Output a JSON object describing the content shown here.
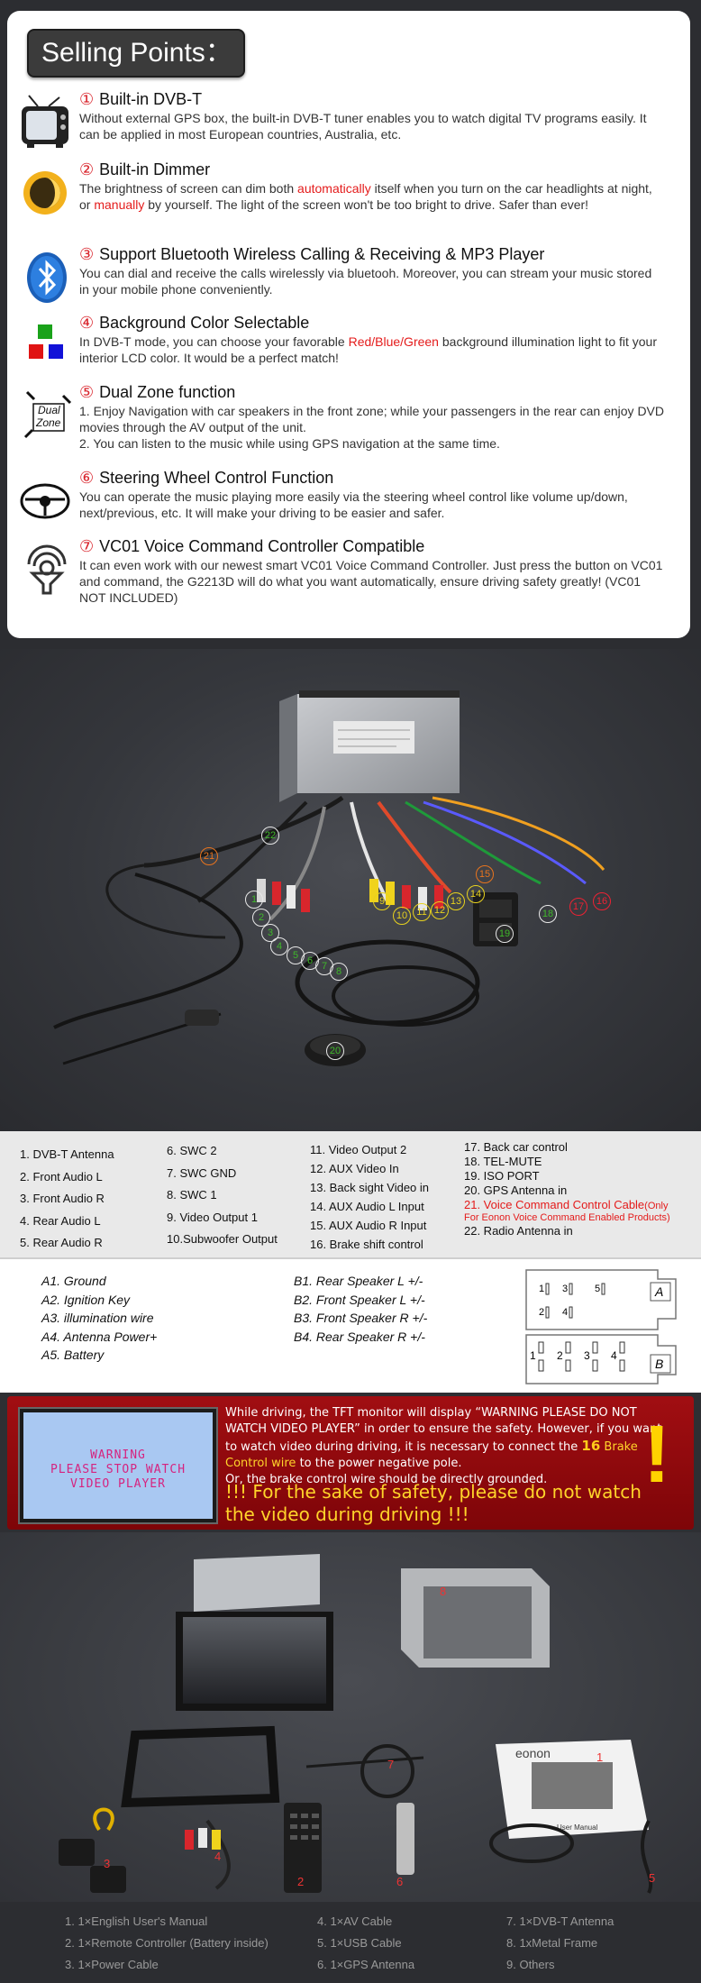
{
  "selling": {
    "title": "Selling Points：",
    "points": [
      {
        "num": "①",
        "title": "Built-in DVB-T",
        "body": "Without external GPS box, the built-in DVB-T tuner enables you to watch digital TV programs easily. It can be applied in most European countries, Australia, etc.",
        "icon": "tv-icon"
      },
      {
        "num": "②",
        "title": "Built-in Dimmer",
        "body_parts": [
          "The brightness of screen can dim both ",
          "automatically",
          " itself when you turn on the car headlights at night, or ",
          "manually",
          " by yourself. The light of the screen won't be too bright to drive. Safer than ever!"
        ],
        "icon": "dimmer-moon-icon"
      },
      {
        "num": "③",
        "title": "Support Bluetooth Wireless Calling & Receiving & MP3 Player",
        "body": "You can dial and receive the calls wirelessly via bluetooh. Moreover, you can stream your music stored in your mobile phone conveniently.",
        "icon": "bluetooth-icon"
      },
      {
        "num": "④",
        "title": "Background Color Selectable",
        "body_parts": [
          " In DVB-T mode, you can choose your favorable ",
          "Red/Blue/Green",
          " background  illumination light to fit your interior LCD color. It would be a perfect match!"
        ],
        "icon": "rgb-squares-icon"
      },
      {
        "num": "⑤",
        "title": "Dual Zone function",
        "body": "1. Enjoy Navigation with car speakers in the front zone; while your passengers in the rear can enjoy DVD movies through the AV output of the unit.",
        "body2": "2. You can listen to the music while using GPS navigation at the same time.",
        "icon": "dual-zone-icon",
        "icon_label_1": "Dual",
        "icon_label_2": "Zone"
      },
      {
        "num": "⑥",
        "title": "Steering Wheel Control Function",
        "body": "You can operate the music playing more easily via the steering wheel control like volume up/down, next/previous, etc. It will make your driving to be easier and safer.",
        "icon": "steering-wheel-icon"
      },
      {
        "num": "⑦",
        "title": "VC01 Voice Command Controller Compatible",
        "body": "It can even work with our newest smart VC01 Voice Command Controller. Just press the button on VC01 and command, the G2213D will do what you want automatically, ensure driving safety greatly! (VC01 NOT INCLUDED)",
        "icon": "voice-command-icon"
      }
    ]
  },
  "photo1": {
    "callouts": [
      "21",
      "22",
      "1",
      "2",
      "3",
      "4",
      "5",
      "6",
      "7",
      "8",
      "9",
      "10",
      "11",
      "12",
      "13",
      "14",
      "15",
      "16",
      "17",
      "18",
      "19",
      "20"
    ]
  },
  "pins": {
    "col1": [
      "1. DVB-T Antenna",
      "2. Front Audio L",
      "3. Front Audio R",
      "4. Rear Audio L",
      "5. Rear Audio R"
    ],
    "col2": [
      "6. SWC 2",
      "7. SWC GND",
      "8. SWC 1",
      "9. Video Output 1",
      "10.Subwoofer Output"
    ],
    "col3": [
      "11. Video Output  2",
      "12. AUX Video In",
      "13. Back sight Video in",
      "14. AUX Audio L Input",
      "15. AUX Audio R Input",
      "16. Brake shift control"
    ],
    "col4": [
      "17. Back car control",
      "18. TEL-MUTE",
      "19. ISO PORT",
      "20. GPS Antenna in"
    ],
    "col4_red": "21. Voice Command Control Cable",
    "col4_red_small_1": "(Only",
    "col4_red_small_2": "For Eonon Voice Command Enabled Products)",
    "col4_last": "22. Radio Antenna in"
  },
  "iso": {
    "a": [
      "A1. Ground",
      "A2. Ignition Key",
      "A3.  illumination wire",
      "A4. Antenna Power+",
      "A5. Battery"
    ],
    "b": [
      "B1.  Rear Speaker L +/-",
      "B2.  Front Speaker L +/-",
      "B3.  Front Speaker R +/-",
      "B4.  Rear Speaker R +/-"
    ],
    "diagram": {
      "a_top": [
        "1",
        "3",
        "5"
      ],
      "a_bottom": [
        "2",
        "4"
      ],
      "a_label": "A",
      "b_pins": [
        "1",
        "2",
        "3",
        "4"
      ],
      "b_label": "B"
    }
  },
  "warning": {
    "screen": [
      "WARNING",
      "PLEASE STOP WATCH",
      "VIDEO PLAYER"
    ],
    "text_1": "While driving, the TFT monitor will display “WARNING PLEASE DO NOT WATCH VIDEO PLAYER” in order to ensure the safety. However, if you want to watch video during driving, it is necessary to connect the ",
    "num": "16",
    "text_2": " Brake Control wire",
    "text_3": " to the power negative pole.",
    "text_4": "Or, the brake control wire should be directly grounded.",
    "big": "!!! For the sake of safety, please do not watch the video during driving !!!",
    "exclaim": "!"
  },
  "photo2": {
    "manual_brand": "eonon",
    "manual_title": "User Manual",
    "labels": [
      "1",
      "2",
      "3",
      "4",
      "5",
      "6",
      "7",
      "8"
    ]
  },
  "accessories": {
    "col1": [
      "1. 1×English User's Manual",
      "2. 1×Remote Controller (Battery inside)",
      "3. 1×Power Cable"
    ],
    "col2": [
      "4. 1×AV Cable",
      "5. 1×USB Cable",
      "6. 1×GPS Antenna"
    ],
    "col3": [
      "7. 1×DVB-T Antenna",
      "8. 1xMetal Frame",
      "9. Others"
    ]
  }
}
